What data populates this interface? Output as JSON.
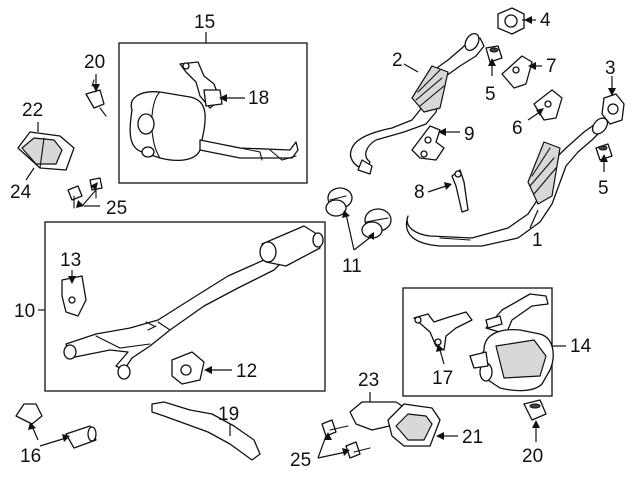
{
  "callouts": {
    "c1": "1",
    "c2": "2",
    "c3": "3",
    "c4": "4",
    "c5a": "5",
    "c5b": "5",
    "c6": "6",
    "c7": "7",
    "c8": "8",
    "c9": "9",
    "c10": "10",
    "c11": "11",
    "c12": "12",
    "c13": "13",
    "c14": "14",
    "c15": "15",
    "c16": "16",
    "c17": "17",
    "c18": "18",
    "c19": "19",
    "c20a": "20",
    "c20b": "20",
    "c21": "21",
    "c22": "22",
    "c23": "23",
    "c24": "24",
    "c25a": "25",
    "c25b": "25"
  }
}
